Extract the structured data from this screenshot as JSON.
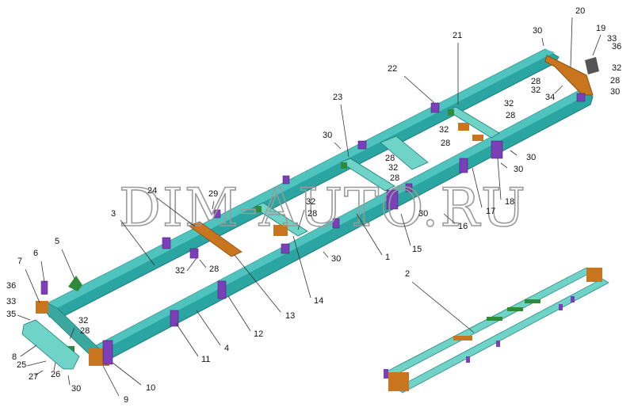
{
  "watermark": "DIM-AUTO.RU",
  "colors": {
    "rail": "#2aa5a1",
    "rail_dark": "#1b7d79",
    "rail_light": "#4fc3bd",
    "bracket": "#7b3fb8",
    "crossmember": "#c9751e",
    "small_frame": "#6fd3c8",
    "green_part": "#2f8a3a"
  },
  "callouts": [
    {
      "id": "20",
      "text": "20"
    },
    {
      "id": "30a",
      "text": "30"
    },
    {
      "id": "19",
      "text": "19"
    },
    {
      "id": "33a",
      "text": "33"
    },
    {
      "id": "36a",
      "text": "36"
    },
    {
      "id": "32a",
      "text": "32"
    },
    {
      "id": "28a",
      "text": "28"
    },
    {
      "id": "30b",
      "text": "30"
    },
    {
      "id": "21",
      "text": "21"
    },
    {
      "id": "22",
      "text": "22"
    },
    {
      "id": "28b",
      "text": "28"
    },
    {
      "id": "32b",
      "text": "32"
    },
    {
      "id": "34",
      "text": "34"
    },
    {
      "id": "32c",
      "text": "32"
    },
    {
      "id": "28c",
      "text": "28"
    },
    {
      "id": "23",
      "text": "23"
    },
    {
      "id": "32d",
      "text": "32"
    },
    {
      "id": "28d",
      "text": "28"
    },
    {
      "id": "30c",
      "text": "30"
    },
    {
      "id": "28e",
      "text": "28"
    },
    {
      "id": "32e",
      "text": "32"
    },
    {
      "id": "28f",
      "text": "28"
    },
    {
      "id": "30d",
      "text": "30"
    },
    {
      "id": "30e",
      "text": "30"
    },
    {
      "id": "24",
      "text": "24"
    },
    {
      "id": "29",
      "text": "29"
    },
    {
      "id": "32f",
      "text": "32"
    },
    {
      "id": "28g",
      "text": "28"
    },
    {
      "id": "30f",
      "text": "30"
    },
    {
      "id": "17",
      "text": "17"
    },
    {
      "id": "18",
      "text": "18"
    },
    {
      "id": "16",
      "text": "16"
    },
    {
      "id": "3",
      "text": "3"
    },
    {
      "id": "15",
      "text": "15"
    },
    {
      "id": "30g",
      "text": "30"
    },
    {
      "id": "1",
      "text": "1"
    },
    {
      "id": "5",
      "text": "5"
    },
    {
      "id": "6",
      "text": "6"
    },
    {
      "id": "32g",
      "text": "32"
    },
    {
      "id": "28h",
      "text": "28"
    },
    {
      "id": "7",
      "text": "7"
    },
    {
      "id": "14",
      "text": "14"
    },
    {
      "id": "13",
      "text": "13"
    },
    {
      "id": "2",
      "text": "2"
    },
    {
      "id": "36b",
      "text": "36"
    },
    {
      "id": "33b",
      "text": "33"
    },
    {
      "id": "35",
      "text": "35"
    },
    {
      "id": "32h",
      "text": "32"
    },
    {
      "id": "28i",
      "text": "28"
    },
    {
      "id": "12",
      "text": "12"
    },
    {
      "id": "4",
      "text": "4"
    },
    {
      "id": "11",
      "text": "11"
    },
    {
      "id": "8",
      "text": "8"
    },
    {
      "id": "25",
      "text": "25"
    },
    {
      "id": "27",
      "text": "27"
    },
    {
      "id": "26",
      "text": "26"
    },
    {
      "id": "30h",
      "text": "30"
    },
    {
      "id": "10",
      "text": "10"
    },
    {
      "id": "9",
      "text": "9"
    }
  ]
}
